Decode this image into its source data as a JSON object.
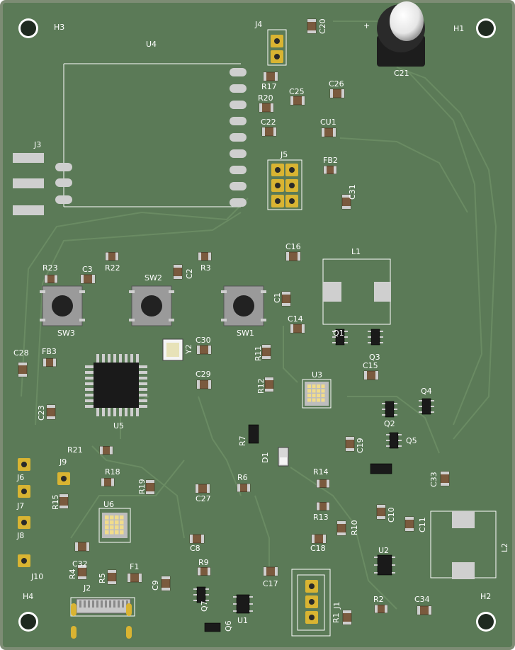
{
  "colors": {
    "board": "#5b7a57",
    "board_edge": "#7d8c74",
    "trace": "#6a8b63",
    "silk": "#ffffff",
    "gold": "#d9b432",
    "smd_body": "#7a5a3e",
    "ic_body": "#1a1a1a",
    "pad": "#cfcfcf"
  },
  "labels": {
    "H1": "H1",
    "H2": "H2",
    "H3": "H3",
    "H4": "H4",
    "U1": "U1",
    "U2": "U2",
    "U3": "U3",
    "U4": "U4",
    "U5": "U5",
    "U6": "U6",
    "J1": "J1",
    "J2": "J2",
    "J3": "J3",
    "J4": "J4",
    "J5": "J5",
    "J6": "J6",
    "J7": "J7",
    "J8": "J8",
    "J9": "J9",
    "J10": "J10",
    "SW1": "SW1",
    "SW2": "SW2",
    "SW3": "SW3",
    "L1": "L1",
    "L2": "L2",
    "Q1": "Q1",
    "Q2": "Q2",
    "Q3": "Q3",
    "Q4": "Q4",
    "Q5": "Q5",
    "Q6": "Q6",
    "Q7": "Q7",
    "D1": "D1",
    "F1": "F1",
    "FB2": "FB2",
    "FB3": "FB3",
    "CU1": "CU1",
    "Y2": "Y2",
    "R1": "R1",
    "R2": "R2",
    "R3": "R3",
    "R4": "R4",
    "R5": "R5",
    "R6": "R6",
    "R7": "R7",
    "R9": "R9",
    "R10": "R10",
    "R11": "R11",
    "R12": "R12",
    "R13": "R13",
    "R14": "R14",
    "R15": "R15",
    "R17": "R17",
    "R18": "R18",
    "R19": "R19",
    "R20": "R20",
    "R21": "R21",
    "R22": "R22",
    "R23": "R23",
    "C1": "C1",
    "C2": "C2",
    "C3": "C3",
    "C8": "C8",
    "C9": "C9",
    "C10": "C10",
    "C11": "C11",
    "C14": "C14",
    "C15": "C15",
    "C16": "C16",
    "C17": "C17",
    "C18": "C18",
    "C19": "C19",
    "C20": "C20",
    "C21": "C21",
    "C22": "C22",
    "C23": "C23",
    "C25": "C25",
    "C26": "C26",
    "C27": "C27",
    "C28": "C28",
    "C29": "C29",
    "C30": "C30",
    "C31": "C31",
    "C32": "C32",
    "C33": "C33",
    "C34": "C34",
    "plus": "+"
  }
}
